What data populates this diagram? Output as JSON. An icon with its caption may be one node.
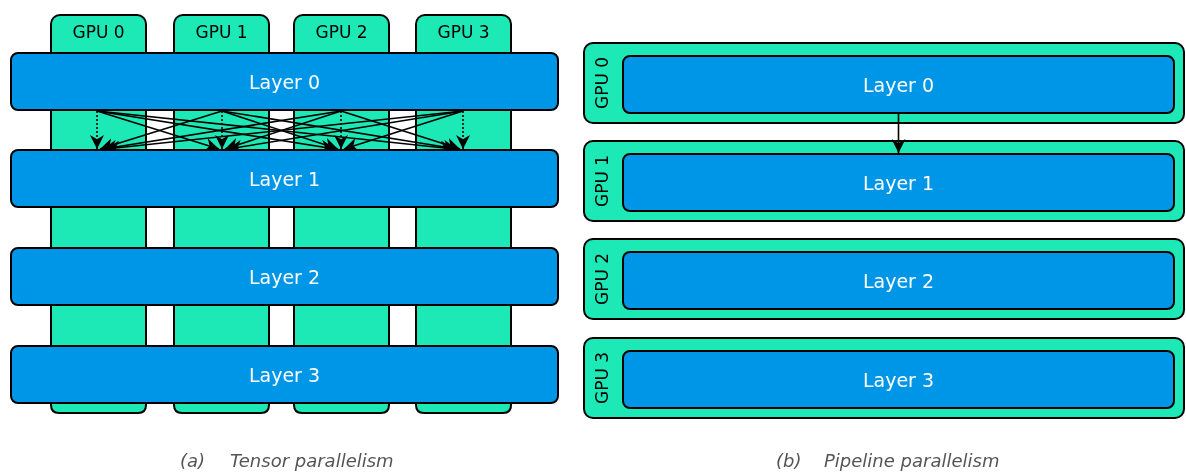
{
  "diagram": {
    "nodes": [
      {
        "text": [
          "GPU 0"
        ]
      },
      {
        "text": [
          "GPU 1"
        ]
      },
      {
        "text": [
          "GPU 2"
        ]
      },
      {
        "text": [
          "GPU 3"
        ]
      },
      {
        "text": [
          "Layer 0"
        ]
      },
      {
        "text": [
          "Layer 1"
        ]
      },
      {
        "text": [
          "Layer 2"
        ]
      },
      {
        "text": [
          "Layer 3"
        ]
      },
      {
        "text": [
          "GPU 0"
        ]
      },
      {
        "text": [
          "Layer 0"
        ],
        "in": 8
      },
      {
        "text": [
          "GPU 1"
        ]
      },
      {
        "text": [
          "Layer 1"
        ],
        "in": 10
      },
      {
        "text": [
          "GPU 2"
        ]
      },
      {
        "text": [
          "Layer 2"
        ],
        "in": 12
      },
      {
        "text": [
          "GPU 3"
        ]
      },
      {
        "text": [
          "Layer 3"
        ],
        "in": 14
      }
    ],
    "edges": [
      {
        "from": 4,
        "to": 5,
        "arrow": "to",
        "style": "dashed"
      },
      {
        "from": 4,
        "to": 5,
        "arrow": "to"
      },
      {
        "from": 4,
        "to": 5,
        "arrow": "to"
      },
      {
        "from": 4,
        "to": 5,
        "arrow": "to"
      },
      {
        "from": 4,
        "to": 5,
        "arrow": "to"
      },
      {
        "from": 4,
        "to": 5,
        "arrow": "to",
        "style": "dashed"
      },
      {
        "from": 4,
        "to": 5,
        "arrow": "to"
      },
      {
        "from": 4,
        "to": 5,
        "arrow": "to"
      },
      {
        "from": 4,
        "to": 5,
        "arrow": "to"
      },
      {
        "from": 4,
        "to": 5,
        "arrow": "to"
      },
      {
        "from": 4,
        "to": 5,
        "arrow": "to",
        "style": "dashed"
      },
      {
        "from": 4,
        "to": 5,
        "arrow": "to"
      },
      {
        "from": 4,
        "to": 5,
        "arrow": "to"
      },
      {
        "from": 4,
        "to": 5,
        "arrow": "to"
      },
      {
        "from": 4,
        "to": 5,
        "arrow": "to"
      },
      {
        "from": 4,
        "to": 5,
        "arrow": "to",
        "style": "dashed"
      },
      {
        "from": 9,
        "to": 11,
        "arrow": "to"
      }
    ],
    "labels": [
      "(a)",
      "Tensor parallelism",
      "(b)",
      "Pipeline parallelism"
    ]
  }
}
